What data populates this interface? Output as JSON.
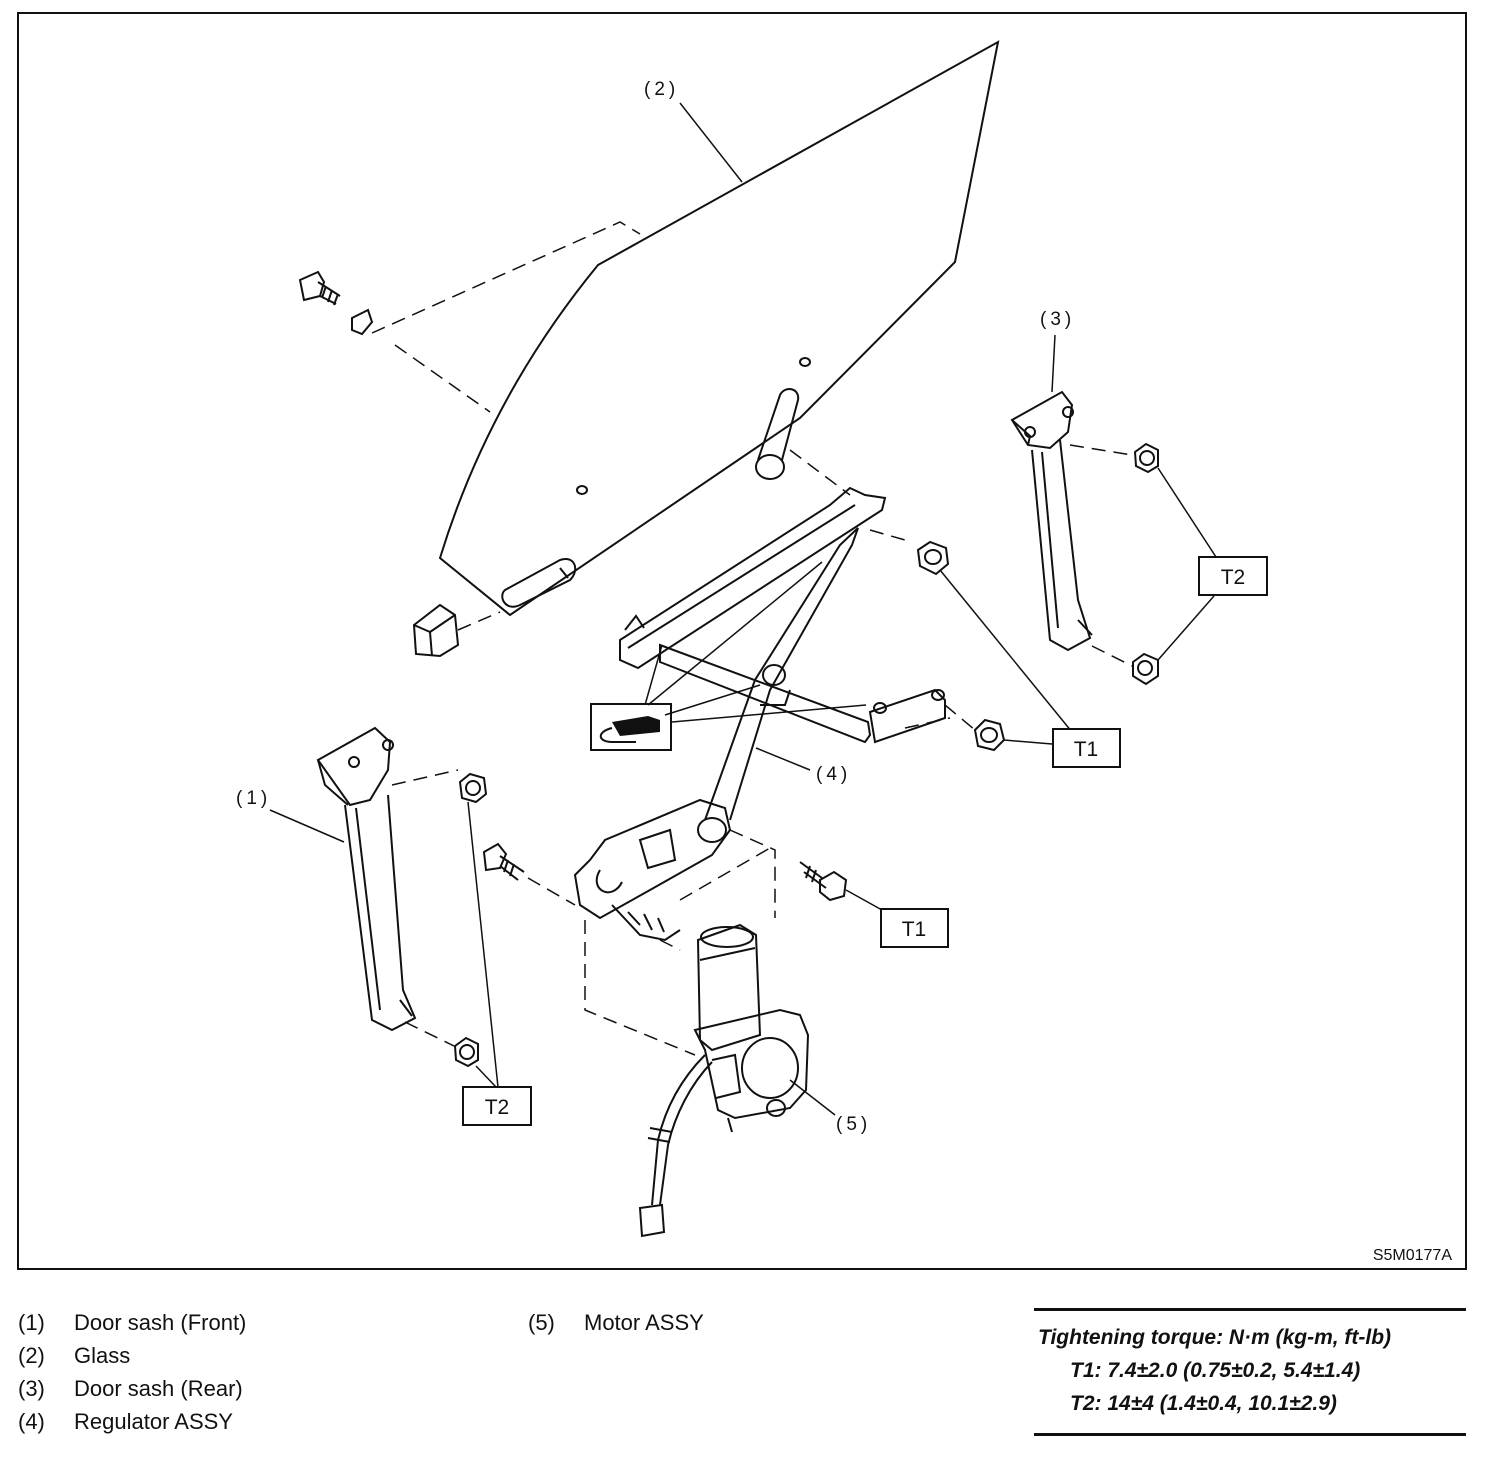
{
  "diagram": {
    "figure_id": "S5M0177A",
    "callouts": [
      "(2)",
      "(3)",
      "(4)",
      "(1)",
      "(5)"
    ],
    "torque_boxes": {
      "glass_nuts": "T2",
      "rear_sash_nuts": "T1",
      "motor_bolt": "T1",
      "front_sash_nuts": "T2"
    }
  },
  "legend": {
    "items": [
      {
        "num": "(1)",
        "label": "Door sash (Front)"
      },
      {
        "num": "(2)",
        "label": "Glass"
      },
      {
        "num": "(3)",
        "label": "Door sash (Rear)"
      },
      {
        "num": "(4)",
        "label": "Regulator ASSY"
      },
      {
        "num": "(5)",
        "label": "Motor ASSY"
      }
    ]
  },
  "torque": {
    "title": "Tightening torque: N·m (kg-m, ft-lb)",
    "rows": [
      {
        "key": "T1:",
        "value": "7.4±2.0 (0.75±0.2, 5.4±1.4)"
      },
      {
        "key": "T2:",
        "value": "14±4 (1.4±0.4, 10.1±2.9)"
      }
    ]
  }
}
